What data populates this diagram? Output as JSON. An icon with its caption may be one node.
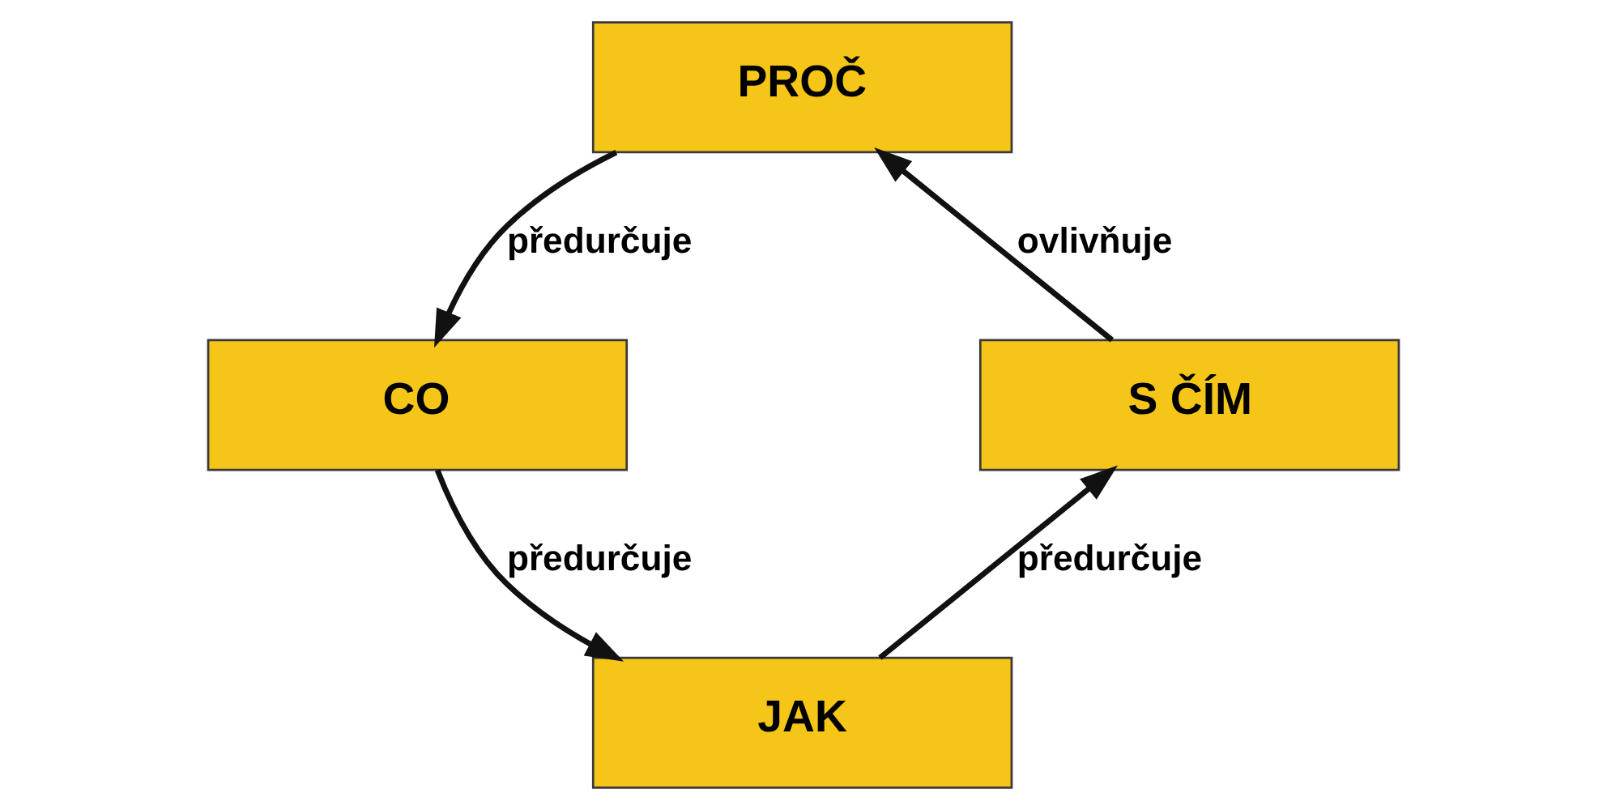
{
  "diagram": {
    "nodes": [
      {
        "text": [
          "PROČ"
        ]
      },
      {
        "text": [
          "CO"
        ]
      },
      {
        "text": [
          "S ČÍM"
        ]
      },
      {
        "text": [
          "JAK"
        ]
      }
    ],
    "edges": [
      {
        "from": 0,
        "to": 1,
        "arrow": "to",
        "label": "předurčuje"
      },
      {
        "from": 1,
        "to": 3,
        "arrow": "to",
        "label": "předurčuje"
      },
      {
        "from": 3,
        "to": 2,
        "arrow": "to",
        "label": "předurčuje"
      },
      {
        "from": 2,
        "to": 0,
        "arrow": "to",
        "label": "ovlivňuje"
      }
    ]
  }
}
